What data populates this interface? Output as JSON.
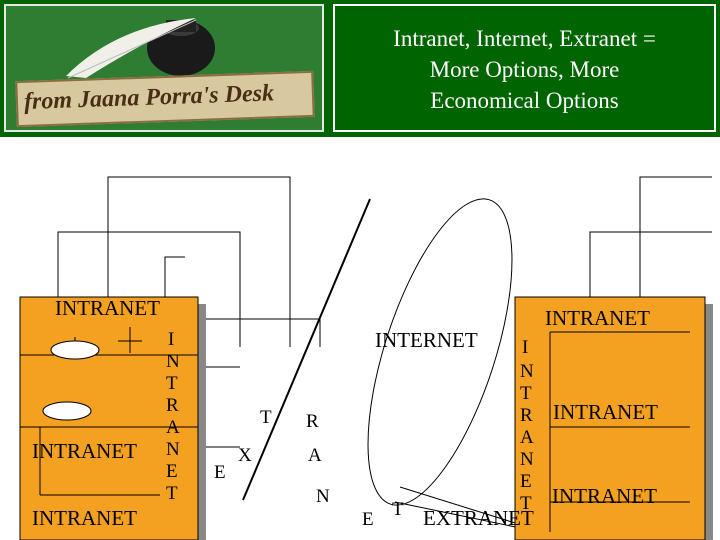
{
  "logo": {
    "text": "from Jaana Porra's Desk"
  },
  "title": {
    "line1": "Intranet, Internet, Extranet =",
    "line2": "More Options, More",
    "line3": "Economical Options"
  },
  "labels": {
    "intranet_top_left": "INTRANET",
    "intranet_mid_left": "INTRANET",
    "intranet_bottom_left": "INTRANET",
    "intranet_top_right": "INTRANET",
    "intranet_mid_right": "INTRANET",
    "intranet_bottom_right": "INTRANET",
    "internet": "INTERNET",
    "extranet": "EXTRANET",
    "vertical_intranet_left": [
      "I",
      "N",
      "T",
      "R",
      "A",
      "N",
      "E",
      "T"
    ],
    "vertical_intranet_right": [
      "I",
      "N",
      "T",
      "R",
      "A",
      "N",
      "E",
      "T"
    ],
    "extranet_scatter": [
      "E",
      "X",
      "T",
      "R",
      "A",
      "N",
      "E",
      "T"
    ]
  },
  "colors": {
    "background": "#006400",
    "box": "#f4a020",
    "shadow": "#888888"
  }
}
